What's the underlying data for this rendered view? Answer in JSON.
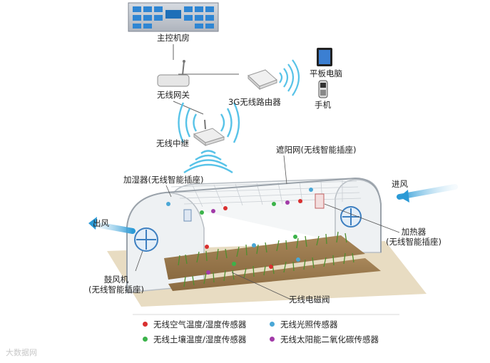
{
  "labels": {
    "control_room": "主控机房",
    "gateway": "无线网关",
    "router": "3G无线路由器",
    "tablet": "平板电脑",
    "phone": "手机",
    "relay": "无线中继",
    "shade_net": "遮阳网(无线智能插座)",
    "humidifier": "加湿器(无线智能插座)",
    "air_in": "进风",
    "air_out": "出风",
    "heater_line1": "加热器",
    "heater_line2": "(无线智能插座)",
    "blower_line1": "鼓风机",
    "blower_line2": "(无线智能插座)",
    "valve": "无线电磁阀"
  },
  "legend": [
    {
      "label": "无线空气温度/湿度传感器",
      "color": "#d93030"
    },
    {
      "label": "无线光照传感器",
      "color": "#4aa7d6"
    },
    {
      "label": "无线土壤温度/湿度传感器",
      "color": "#3bb34a"
    },
    {
      "label": "无线太阳能二氧化碳传感器",
      "color": "#a23aa8"
    }
  ],
  "watermark": "大数据网"
}
